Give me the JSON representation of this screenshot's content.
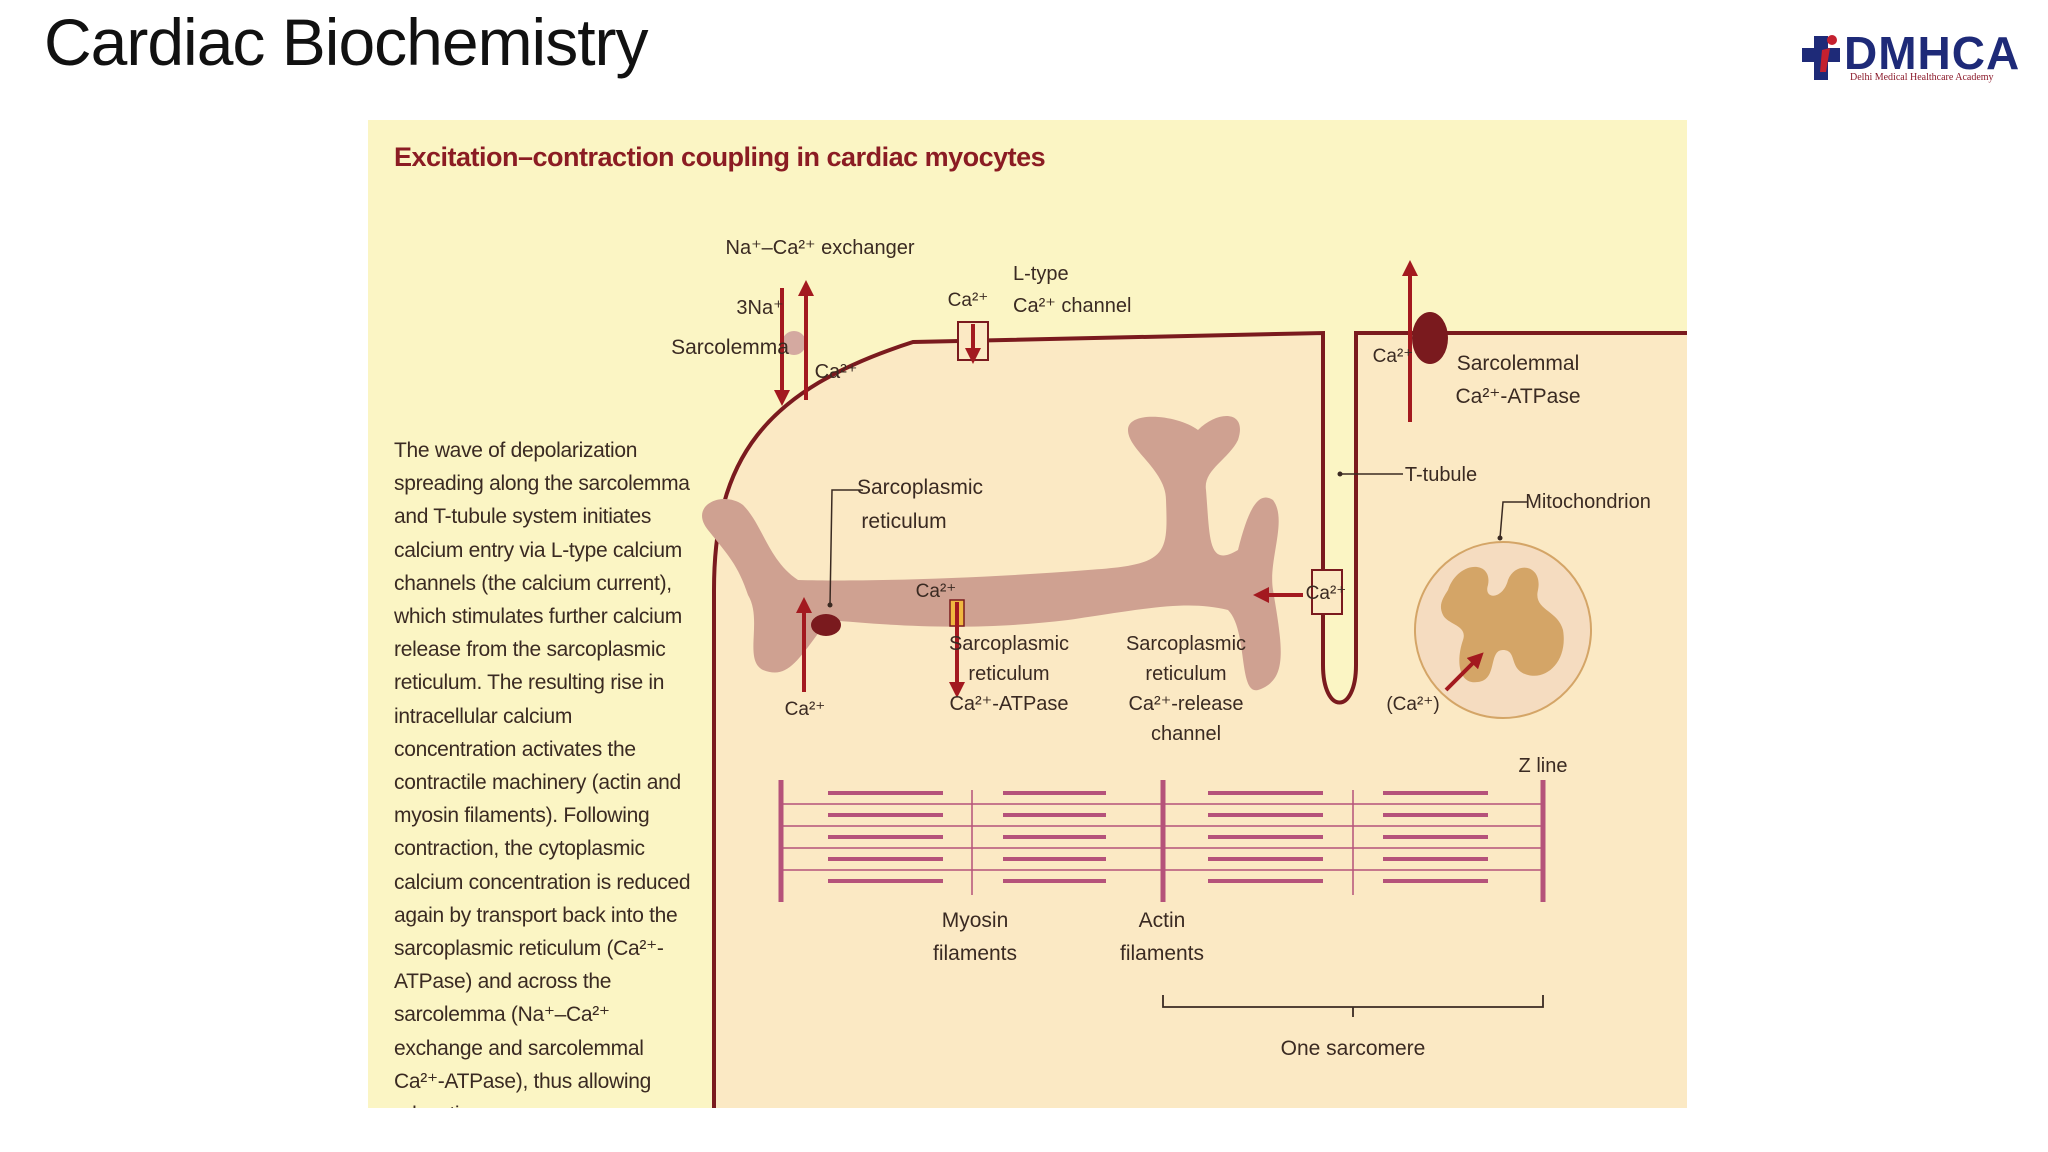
{
  "slide": {
    "title": "Cardiac Biochemistry"
  },
  "logo": {
    "name": "DMHCA",
    "tagline": "Delhi Medical Healthcare Academy"
  },
  "figure": {
    "title": "Excitation–contraction coupling in cardiac myocytes",
    "caption": "The wave of depolarization spreading along the sarcolemma and T-tubule system initiates calcium entry via L-type calcium channels (the calcium current), which stimulates further calcium release from the sarcoplasmic reticulum. The resulting rise in intracellular calcium concentration activates the contractile machinery (actin and myosin filaments). Following contraction, the cytoplasmic calcium concentration is reduced again by transport back into the sarcoplasmic reticulum (Ca²⁺-ATPase) and across the sarcolemma (Na⁺–Ca²⁺ exchange and sarcolemmal Ca²⁺-ATPase), thus allowing relaxation.",
    "labels": {
      "exchanger": "Na⁺–Ca²⁺ exchanger",
      "three_na": "3Na⁺",
      "ca_exchanger": "Ca²⁺",
      "sarcolemma": "Sarcolemma",
      "ltype_ca": "Ca²⁺",
      "ltype_line1": "L-type",
      "ltype_line2": "Ca²⁺ channel",
      "ca_atpase_ion": "Ca²⁺",
      "sl_atpase_line1": "Sarcolemmal",
      "sl_atpase_line2": "Ca²⁺-ATPase",
      "ttubule": "T-tubule",
      "mitochondrion": "Mitochondrion",
      "sr_line1": "Sarcoplasmic",
      "sr_line2": "reticulum",
      "ca_release_top": "Ca²⁺",
      "ca_ttubule": "Ca²⁺",
      "ca_pump_bottom": "Ca²⁺",
      "serca_line1": "Sarcoplasmic",
      "serca_line2": "reticulum",
      "serca_line3": "Ca²⁺-ATPase",
      "ryr_line1": "Sarcoplasmic",
      "ryr_line2": "reticulum",
      "ryr_line3": "Ca²⁺-release",
      "ryr_line4": "channel",
      "mito_ca": "(Ca²⁺)",
      "z_line": "Z line",
      "myosin_line1": "Myosin",
      "myosin_line2": "filaments",
      "actin_line1": "Actin",
      "actin_line2": "filaments",
      "sarcomere": "One sarcomere"
    }
  },
  "colors": {
    "background": "#fbf5c4",
    "cytoplasm": "#fbe9c4",
    "membrane": "#7a1a1e",
    "arrow": "#a3191f",
    "reticulum": "#cfa191",
    "filament": "#b5527a",
    "mitochondrion_outer": "#f5dcc0",
    "mitochondrion_inner": "#d4a567",
    "title": "#8b1c23",
    "logo": "#1e2a78"
  }
}
